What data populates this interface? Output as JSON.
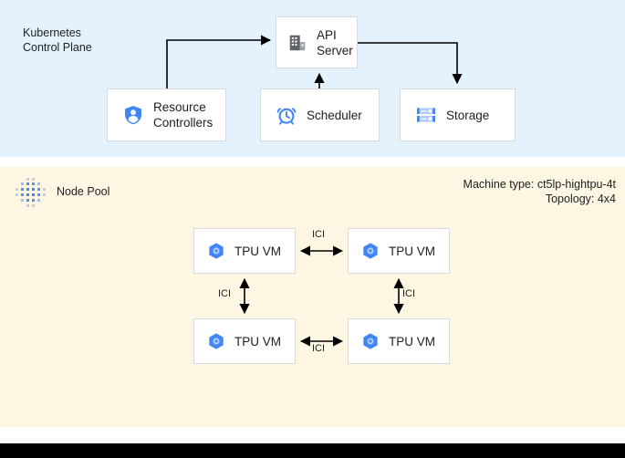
{
  "control_plane": {
    "title": "Kubernetes\nControl Plane",
    "background_color": "#e3f2fd",
    "nodes": [
      {
        "id": "api-server",
        "label": "API\nServer",
        "icon": "building-icon"
      },
      {
        "id": "resource-controllers",
        "label": "Resource\nControllers",
        "icon": "shield-user-icon"
      },
      {
        "id": "scheduler",
        "label": "Scheduler",
        "icon": "alarm-clock-icon"
      },
      {
        "id": "storage",
        "label": "Storage",
        "icon": "server-stack-icon"
      }
    ],
    "connections": [
      {
        "from": "resource-controllers",
        "to": "api-server",
        "direction": "one-way"
      },
      {
        "from": "scheduler",
        "to": "api-server",
        "direction": "one-way"
      },
      {
        "from": "api-server",
        "to": "storage",
        "direction": "one-way"
      }
    ]
  },
  "node_pool": {
    "title": "Node Pool",
    "icon": "dot-grid-icon",
    "background_color": "#fdf6e3",
    "machine_type_line": "Machine type: ct5lp-hightpu-4t",
    "topology_line": "Topology: 4x4",
    "vms": [
      {
        "id": "tpu-vm-0",
        "label": "TPU VM",
        "icon": "tpu-hexagon-icon"
      },
      {
        "id": "tpu-vm-1",
        "label": "TPU VM",
        "icon": "tpu-hexagon-icon"
      },
      {
        "id": "tpu-vm-2",
        "label": "TPU VM",
        "icon": "tpu-hexagon-icon"
      },
      {
        "id": "tpu-vm-3",
        "label": "TPU VM",
        "icon": "tpu-hexagon-icon"
      }
    ],
    "interconnects": [
      {
        "id": "ici-top",
        "label": "ICI",
        "between": [
          "tpu-vm-0",
          "tpu-vm-1"
        ],
        "direction": "two-way"
      },
      {
        "id": "ici-right",
        "label": "ICI",
        "between": [
          "tpu-vm-1",
          "tpu-vm-3"
        ],
        "direction": "two-way"
      },
      {
        "id": "ici-bottom",
        "label": "ICI",
        "between": [
          "tpu-vm-2",
          "tpu-vm-3"
        ],
        "direction": "two-way"
      },
      {
        "id": "ici-left",
        "label": "ICI",
        "between": [
          "tpu-vm-0",
          "tpu-vm-2"
        ],
        "direction": "two-way"
      }
    ]
  },
  "colors": {
    "accent_blue": "#4285f4",
    "panel_blue": "#e3f2fd",
    "panel_cream": "#fdf6e3",
    "line": "#000000",
    "text": "#202124",
    "bottom_bar": "#000000"
  }
}
